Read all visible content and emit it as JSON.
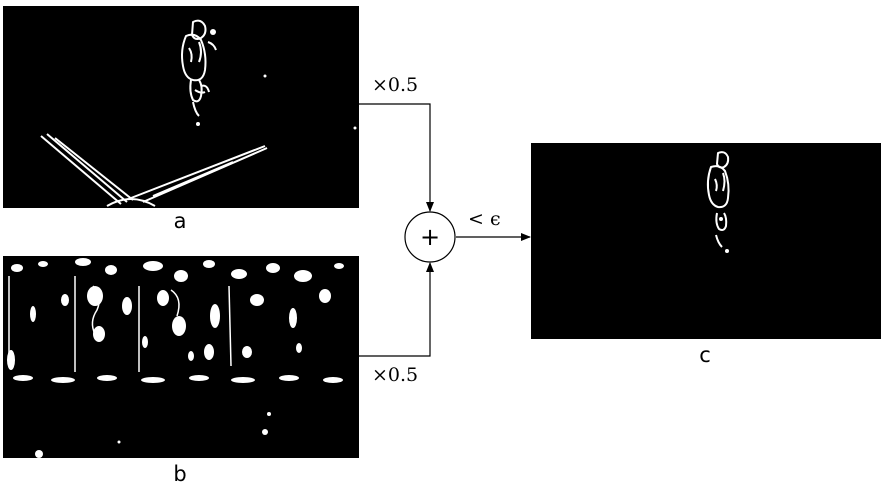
{
  "panels": [
    {
      "id": "a",
      "caption": "a",
      "content": "edge map with figure and crossing lines"
    },
    {
      "id": "b",
      "caption": "b",
      "content": "noisy edge map of background scene"
    },
    {
      "id": "c",
      "caption": "c",
      "content": "edge map with isolated figure"
    }
  ],
  "operations": {
    "weight_a": "×0.5",
    "weight_b": "×0.5",
    "sum_symbol": "+",
    "threshold": "< ϵ"
  },
  "colors": {
    "panel_background": "#000000",
    "edges": "#ffffff",
    "lines": "#000000"
  }
}
